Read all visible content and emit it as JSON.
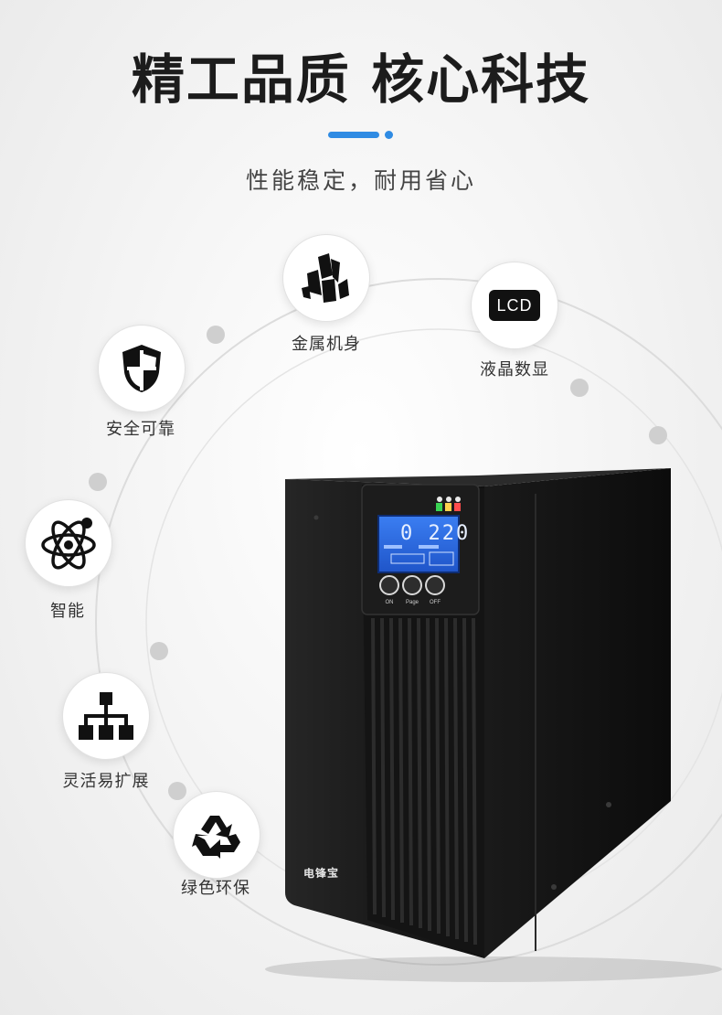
{
  "header": {
    "title": "精工品质  核心科技",
    "subtitle": "性能稳定，耐用省心"
  },
  "colors": {
    "accent": "#2f8be3",
    "ups_body": "#151515",
    "lcd_screen": "#2f6fe8"
  },
  "features": [
    {
      "icon": "metal-crystal-icon",
      "label": "金属机身"
    },
    {
      "icon": "lcd-icon",
      "icon_text": "LCD",
      "label": "液晶数显"
    },
    {
      "icon": "shield-icon",
      "label": "安全可靠"
    },
    {
      "icon": "atom-icon",
      "label": "智能"
    },
    {
      "icon": "network-hierarchy-icon",
      "label": "灵活易扩展"
    },
    {
      "icon": "recycle-icon",
      "label": "绿色环保"
    }
  ],
  "product": {
    "brand": "电锋宝",
    "lcd_reading": "0 220",
    "buttons": [
      "ON",
      "Page",
      "OFF"
    ]
  }
}
